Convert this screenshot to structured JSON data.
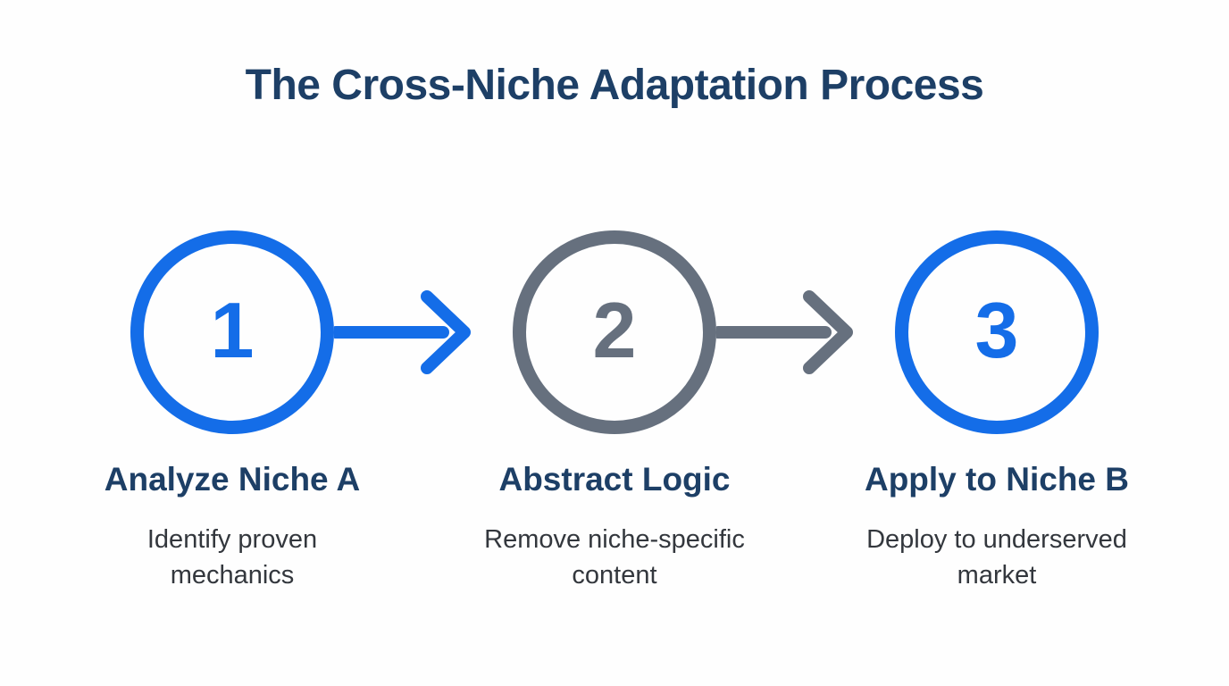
{
  "title": "The Cross-Niche Adaptation Process",
  "colors": {
    "accent-blue": "#146de8",
    "accent-gray": "#66707e",
    "navy": "#1d3f66",
    "body-text": "#33373d",
    "background": "#fefefe"
  },
  "steps": [
    {
      "number": "1",
      "title": "Analyze Niche A",
      "description": "Identify proven\nmechanics",
      "accent": "blue"
    },
    {
      "number": "2",
      "title": "Abstract Logic",
      "description": "Remove niche-specific\ncontent",
      "accent": "gray"
    },
    {
      "number": "3",
      "title": "Apply to Niche B",
      "description": "Deploy to underserved\nmarket",
      "accent": "blue"
    }
  ],
  "connectors": [
    {
      "from": "1",
      "to": "2",
      "color": "blue"
    },
    {
      "from": "2",
      "to": "3",
      "color": "gray"
    }
  ]
}
